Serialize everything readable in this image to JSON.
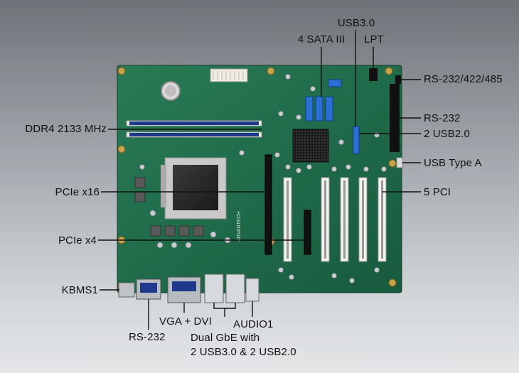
{
  "labels": {
    "usb30": "USB3.0",
    "sata": "4 SATA III",
    "lpt": "LPT",
    "rs232_422_485": "RS-232/422/485",
    "ddr4": "DDR4 2133 MHz",
    "rs232_right": "RS-232",
    "usb20_right": "2 USB2.0",
    "usb_type_a": "USB Type A",
    "pcie_x16": "PCIe x16",
    "pci5": "5 PCI",
    "pcie_x4": "PCIe x4",
    "kbms1": "KBMS1",
    "vga_dvi": "VGA + DVI",
    "audio1": "AUDIO1",
    "rs232_bottom": "RS-232",
    "dual_gbe_line1": "Dual GbE with",
    "dual_gbe_line2": "2 USB3.0 & 2 USB2.0"
  },
  "board": {
    "brand": "ADVANTECH",
    "pcb_color": "#1f6b4a",
    "slot_color": "#111111",
    "pci_slot_color": "#f2f2ee",
    "accent_sata": "#2b6fd6"
  }
}
